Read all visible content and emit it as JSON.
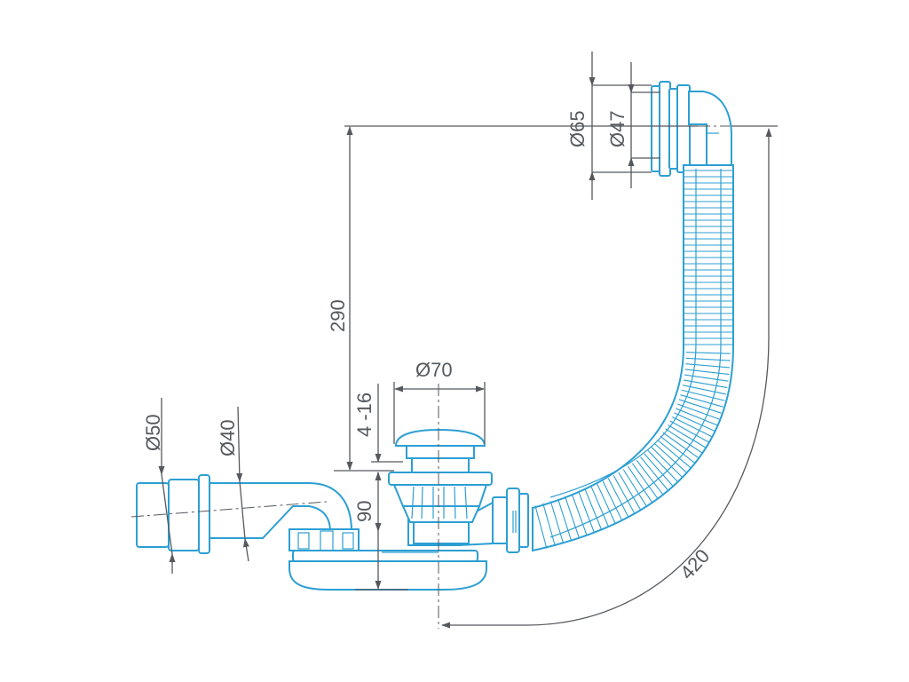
{
  "title": "",
  "colors": {
    "part_stroke": "#2c9fd3",
    "dimension": "#55595d",
    "background": "#ffffff"
  },
  "dimensions": {
    "overflow_outer": "Ø65",
    "overflow_inner": "Ø47",
    "height": "290",
    "cap": "Ø70",
    "thickness": "4 -16",
    "trap_height": "90",
    "outlet_outer": "Ø50",
    "outlet_inner": "Ø40",
    "span": "420"
  }
}
